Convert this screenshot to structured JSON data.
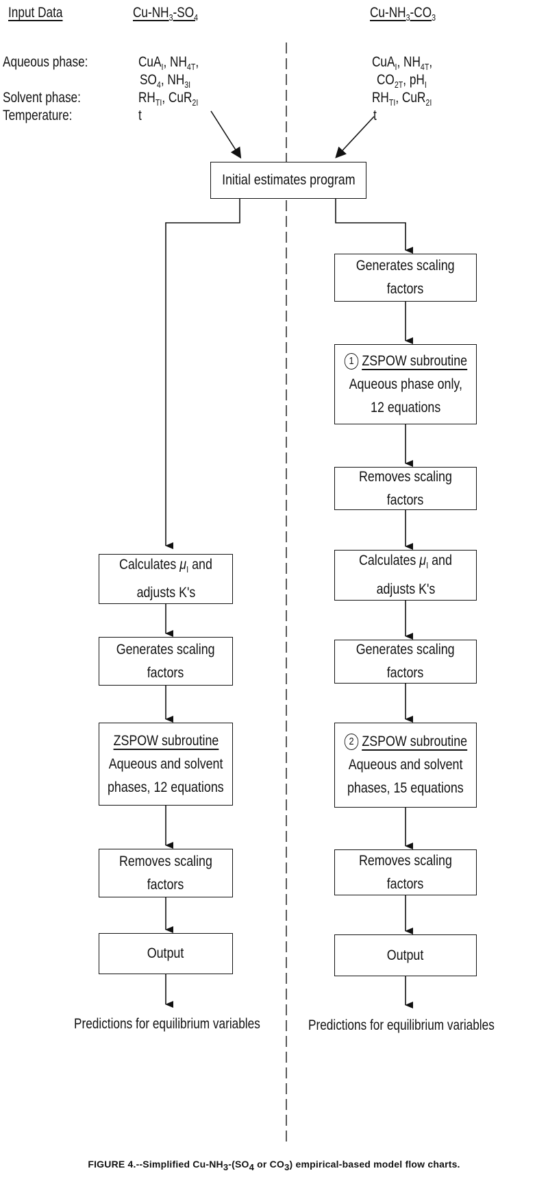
{
  "header": {
    "input_data": "Input Data",
    "col1_title": "Cu-NH3-SO4",
    "col2_title": "Cu-NH3-CO3"
  },
  "labels": {
    "aqueous": "Aqueous phase:",
    "solvent": "Solvent phase:",
    "temperature": "Temperature:"
  },
  "col1_inputs": {
    "line1": "CuAI, NH4T,",
    "line2": "SO4, NH3I",
    "line3": "RHTI, CuR2I",
    "line4": "t"
  },
  "col2_inputs": {
    "line1": "CuAI, NH4T,",
    "line2": "CO2T, pHI",
    "line3": "RHTI, CuR2I",
    "line4": "t"
  },
  "initial_box": "Initial estimates program",
  "left_boxes": {
    "calc": [
      "Calculates μI and",
      "adjusts K's"
    ],
    "gen": [
      "Generates scaling",
      "factors"
    ],
    "zspow": {
      "title": "ZSPOW subroutine",
      "lines": [
        "Aqueous and solvent",
        "phases, 12 equations"
      ]
    },
    "remove": [
      "Removes scaling",
      "factors"
    ],
    "output": "Output",
    "prediction": "Predictions for equilibrium variables"
  },
  "right_boxes": {
    "gen1": [
      "Generates scaling",
      "factors"
    ],
    "zspow1": {
      "marker": "1",
      "title": "ZSPOW subroutine",
      "lines": [
        "Aqueous phase only,",
        "12 equations"
      ]
    },
    "remove1": [
      "Removes scaling",
      "factors"
    ],
    "calc": [
      "Calculates μI and",
      "adjusts K's"
    ],
    "gen2": [
      "Generates scaling",
      "factors"
    ],
    "zspow2": {
      "marker": "2",
      "title": "ZSPOW subroutine",
      "lines": [
        "Aqueous and solvent",
        "phases, 15 equations"
      ]
    },
    "remove2": [
      "Removes scaling",
      "factors"
    ],
    "output": "Output",
    "prediction": "Predictions for equilibrium variables"
  },
  "caption": "FIGURE 4.--Simplified Cu-NH3-(SO4 or CO3) empirical-based model flow charts."
}
